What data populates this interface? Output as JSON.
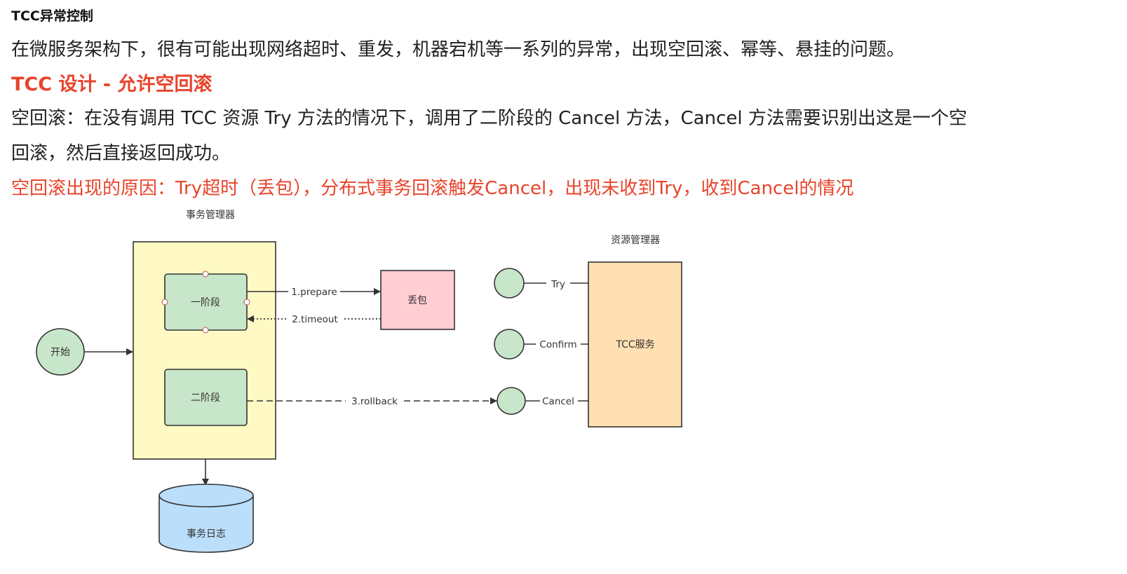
{
  "heading": "TCC异常控制",
  "intro": "在微服务架构下，很有可能出现网络超时、重发，机器宕机等一系列的异常，出现空回滚、幂等、悬挂的问题。",
  "subheading": "TCC 设计 - 允许空回滚",
  "definition_line1": "空回滚：在没有调用 TCC 资源 Try 方法的情况下，调用了二阶段的 Cancel 方法，Cancel 方法需要识别出这是一个空",
  "definition_line2": "回滚，然后直接返回成功。",
  "cause": "空回滚出现的原因：Try超时（丢包），分布式事务回滚触发Cancel，出现未收到Try，收到Cancel的情况",
  "diagram": {
    "tm_label": "事务管理器",
    "rm_label": "资源管理器",
    "start": "开始",
    "phase1": "一阶段",
    "phase2": "二阶段",
    "lost_packet": "丢包",
    "tcc_service": "TCC服务",
    "log": "事务日志",
    "edge_prepare": "1.prepare",
    "edge_timeout": "2.timeout",
    "edge_rollback": "3.rollback",
    "port_try": "Try",
    "port_confirm": "Confirm",
    "port_cancel": "Cancel",
    "colors": {
      "tm_fill": "#fff9c4",
      "phase_fill": "#c8e6c9",
      "lost_fill": "#ffcdd2",
      "tcc_fill": "#ffe0b2",
      "log_fill": "#bbdefb",
      "accent_red": "#e8442c"
    }
  }
}
